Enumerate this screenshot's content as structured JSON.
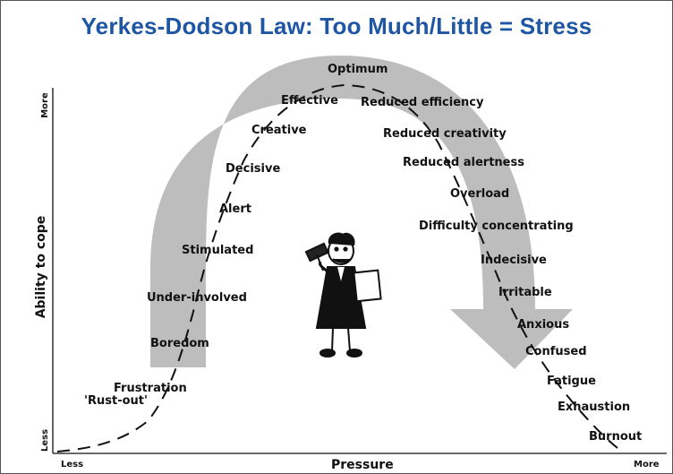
{
  "title": "Yerkes-Dodson Law: Too Much/Little = Stress",
  "axes": {
    "y_label": "Ability to cope",
    "y_more": "More",
    "y_less": "Less",
    "x_label": "Pressure",
    "x_less": "Less",
    "x_more": "More"
  },
  "states": {
    "rust_out": "'Rust-out'",
    "frustration": "Frustration",
    "boredom": "Boredom",
    "under_involved": "Under-involved",
    "stimulated": "Stimulated",
    "alert": "Alert",
    "decisive": "Decisive",
    "creative": "Creative",
    "effective": "Effective",
    "optimum": "Optimum",
    "reduced_efficiency": "Reduced efficiency",
    "reduced_creativity": "Reduced creativity",
    "reduced_alertness": "Reduced alertness",
    "overload": "Overload",
    "difficulty_concentrating": "Difficulty concentrating",
    "indecisive": "Indecisive",
    "irritable": "Irritable",
    "anxious": "Anxious",
    "confused": "Confused",
    "fatigue": "Fatigue",
    "exhaustion": "Exhaustion",
    "burnout": "Burnout"
  },
  "colors": {
    "title": "#1f56a3",
    "arrow": "#bdbdbd",
    "ink": "#111111"
  },
  "illustration": "stressed-judge-figure"
}
